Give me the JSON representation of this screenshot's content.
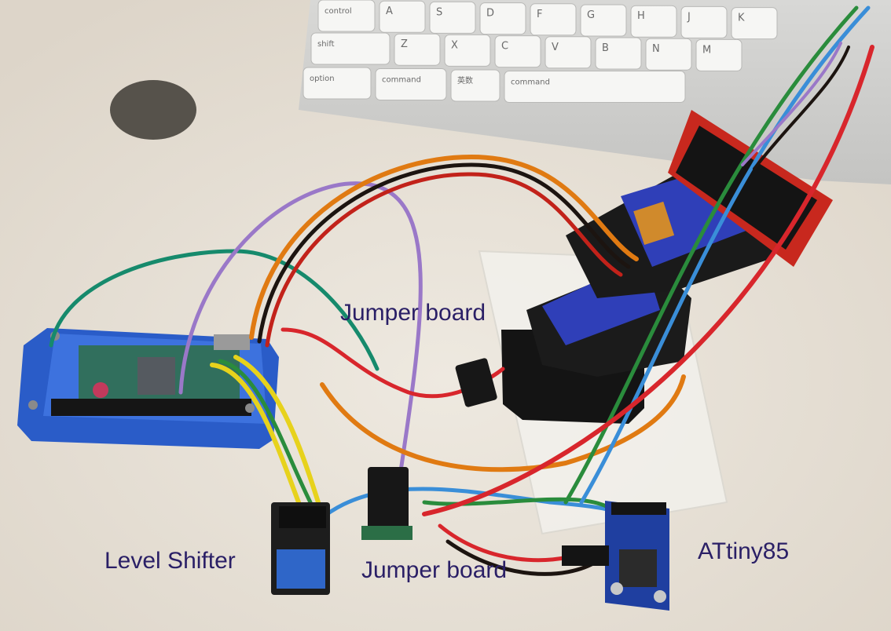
{
  "annotations": {
    "jumper_top": "Jumper board",
    "jumper_bottom": "Jumper board",
    "level_shifter": "Level Shifter",
    "attiny": "ATtiny85"
  },
  "keyboard": {
    "row1": [
      "control",
      "A",
      "S",
      "D",
      "F",
      "G",
      "H",
      "J",
      "K"
    ],
    "row2": [
      "shift",
      "Z",
      "X",
      "C",
      "V",
      "B",
      "N",
      "M"
    ],
    "row3": [
      "option",
      "command",
      "英数",
      "command"
    ]
  },
  "colors": {
    "label": "#2a1f66",
    "desk": "#e9e3d9",
    "pi_case": "#2a5cc8",
    "servo": "#2f3fb8",
    "bracket": "#1a1a1a",
    "red_board": "#c8281e",
    "attiny_board": "#1f3fa0"
  }
}
